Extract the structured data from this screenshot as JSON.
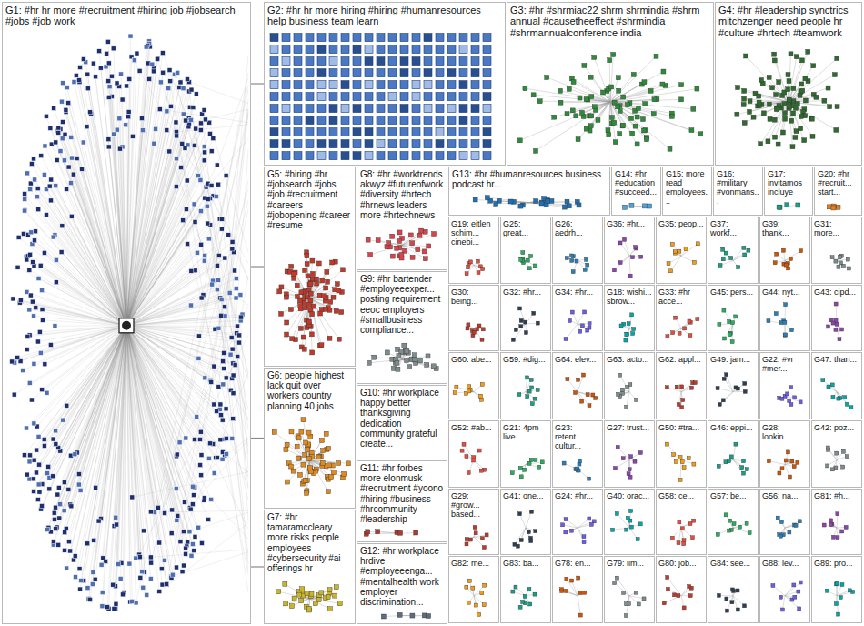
{
  "diagram": {
    "nodes": [
      {
        "text": [
          "G1: #hr hr more #recruitment #hiring job #jobsearch #jobs #job work"
        ]
      },
      {
        "text": [
          "G2: #hr hr more hiring #hiring #humanresources help business team learn"
        ]
      },
      {
        "text": [
          "G3: #hr #shrmiac22 shrm shrmindia #shrm annual #causetheeffect #shrmindia #shrmannualconference india"
        ]
      },
      {
        "text": [
          "G4: #hr #leadership synctrics mitchzenger need people hr #culture #hrtech #teamwork"
        ]
      },
      {
        "text": [
          "G5: #hiring #hr #jobsearch #jobs #job #recruitment #careers #jobopening #career #resume"
        ]
      },
      {
        "text": [
          "G8: #hr #worktrends akwyz #futureofwork #diversity #hrtech #hrnews leaders more #hrtechnews"
        ]
      },
      {
        "text": [
          "G13: #hr #humanresources business podcast hr..."
        ]
      },
      {
        "text": [
          "G14: #hr #education #succeed..."
        ]
      },
      {
        "text": [
          "G15: more read employees..."
        ]
      },
      {
        "text": [
          "G16: #military #vonmans..."
        ]
      },
      {
        "text": [
          "G17: invitamos incluye"
        ]
      },
      {
        "text": [
          "G20: #hr #recruit... start..."
        ]
      },
      {
        "text": [
          "G9: #hr bartender #employeeexper... posting requirement eeoc employers #smallbusiness compliance..."
        ]
      },
      {
        "text": [
          "G10: #hr workplace happy better thanksgiving dedication community grateful create..."
        ]
      },
      {
        "text": [
          "G6: people highest lack quit over workers country planning 40 jobs"
        ]
      },
      {
        "text": [
          "G11: #hr forbes more elonmusk #recruitment #yoono #hiring #business #hrcommunity #leadership"
        ]
      },
      {
        "text": [
          "G7: #hr tamaramccleary more risks people employees #cybersecurity #ai offerings hr"
        ]
      },
      {
        "text": [
          "G12: #hr workplace hrdive #employeeenga... #mentalhealth work employer discrimination..."
        ]
      },
      {
        "text": [
          "G19: eitlen schim... cinebi..."
        ]
      },
      {
        "text": [
          "G25: great..."
        ]
      },
      {
        "text": [
          "G26: aedrh..."
        ]
      },
      {
        "text": [
          "G36: #hr..."
        ]
      },
      {
        "text": [
          "G35: peop..."
        ]
      },
      {
        "text": [
          "G37: workf..."
        ]
      },
      {
        "text": [
          "G39: thank..."
        ]
      },
      {
        "text": [
          "G31: more..."
        ]
      },
      {
        "text": [
          "G30: being..."
        ]
      },
      {
        "text": [
          "G32: #hr..."
        ]
      },
      {
        "text": [
          "G34: #hr..."
        ]
      },
      {
        "text": [
          "G18: wishi... sbrow..."
        ]
      },
      {
        "text": [
          "G33: #hr acce..."
        ]
      },
      {
        "text": [
          "G45: pers..."
        ]
      },
      {
        "text": [
          "G44: nyt..."
        ]
      },
      {
        "text": [
          "G43: cipd..."
        ]
      },
      {
        "text": [
          "G60: abe..."
        ]
      },
      {
        "text": [
          "G59: #dig..."
        ]
      },
      {
        "text": [
          "G64: elev..."
        ]
      },
      {
        "text": [
          "G63: acto..."
        ]
      },
      {
        "text": [
          "G62: appl..."
        ]
      },
      {
        "text": [
          "G49: jam..."
        ]
      },
      {
        "text": [
          "G22: #vr #mer..."
        ]
      },
      {
        "text": [
          "G47: than..."
        ]
      },
      {
        "text": [
          "G52: #ab..."
        ]
      },
      {
        "text": [
          "G21: 4pm live..."
        ]
      },
      {
        "text": [
          "G23: retent... cultur..."
        ]
      },
      {
        "text": [
          "G27: trust..."
        ]
      },
      {
        "text": [
          "G50: #tra..."
        ]
      },
      {
        "text": [
          "G46: eppi..."
        ]
      },
      {
        "text": [
          "G28: lookin..."
        ]
      },
      {
        "text": [
          "G42: poz..."
        ]
      },
      {
        "text": [
          "G29: #grow... based..."
        ]
      },
      {
        "text": [
          "G41: one..."
        ]
      },
      {
        "text": [
          "G24: #hr..."
        ]
      },
      {
        "text": [
          "G40: orac..."
        ]
      },
      {
        "text": [
          "G58: ce..."
        ]
      },
      {
        "text": [
          "G57: be..."
        ]
      },
      {
        "text": [
          "G56: na..."
        ]
      },
      {
        "text": [
          "G81: #h..."
        ]
      },
      {
        "text": [
          "G82: me..."
        ]
      },
      {
        "text": [
          "G83: ba..."
        ]
      },
      {
        "text": [
          "G78: en..."
        ]
      },
      {
        "text": [
          "G79: iim..."
        ]
      },
      {
        "text": [
          "G80: job..."
        ]
      },
      {
        "text": [
          "G84: see..."
        ]
      },
      {
        "text": [
          "G88: lev..."
        ]
      },
      {
        "text": [
          "G89: pro..."
        ]
      }
    ],
    "edges": [
      {
        "from": 0,
        "to": 1,
        "arrow": "none"
      },
      {
        "from": 0,
        "to": 4,
        "arrow": "none"
      },
      {
        "from": 0,
        "to": 14,
        "arrow": "none"
      },
      {
        "from": 0,
        "to": 16,
        "arrow": "none"
      }
    ]
  }
}
